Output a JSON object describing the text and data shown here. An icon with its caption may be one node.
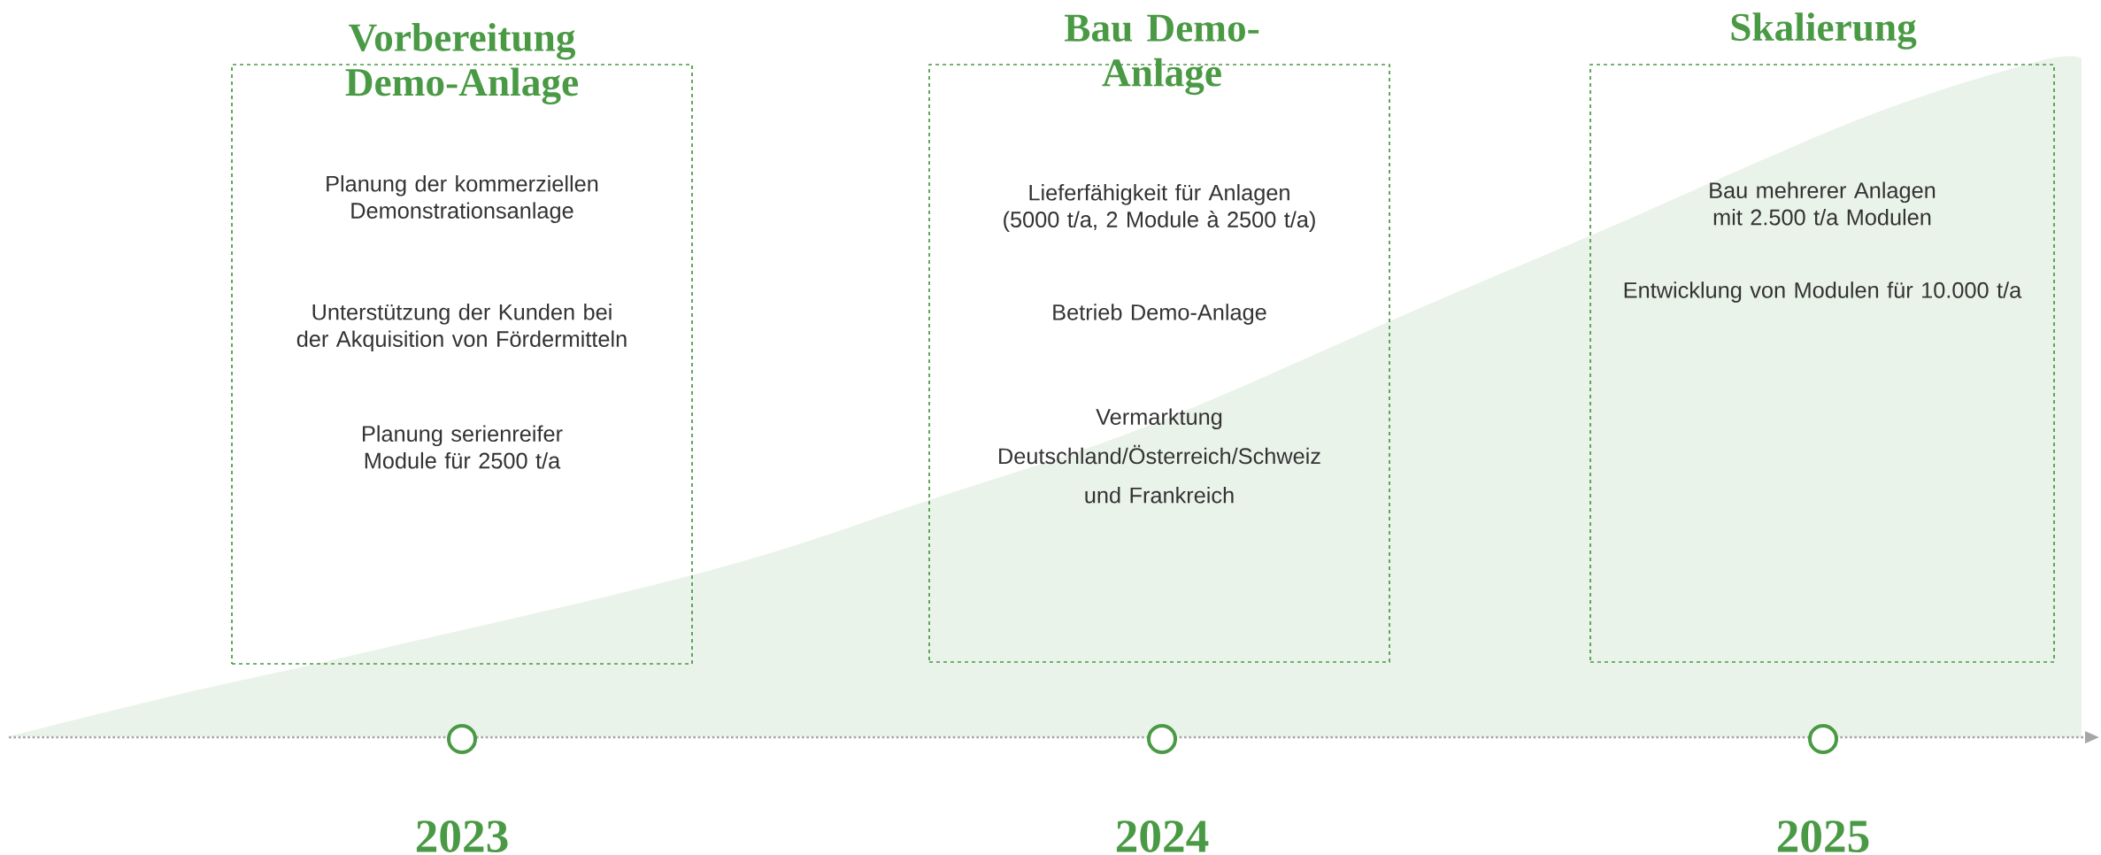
{
  "diagram": {
    "nodes": [
      {
        "text": [
          "Vorbereitung Demo-Anlage",
          "Planung der kommerziellen Demonstrationsanlage",
          "Unterstützung der Kunden bei der Akquisition von Fördermitteln",
          "Planung serienreifer Module für 2500 t/a"
        ]
      },
      {
        "text": [
          "Bau Demo-Anlage",
          "Lieferfähigkeit für Anlagen (5000 t/a, 2 Module à 2500 t/a)",
          "Betrieb Demo-Anlage",
          "Vermarktung Deutschland/Österreich/Schweiz und Frankreich"
        ]
      },
      {
        "text": [
          "Skalierung",
          "Bau mehrerer Anlagen mit 2.500 t/a Modulen",
          "Entwicklung von Modulen für 10.000 t/a"
        ]
      },
      {
        "text": [],
        "shape": "circle",
        "beside": [
          "2023"
        ]
      },
      {
        "text": [],
        "shape": "circle",
        "beside": [
          "2024"
        ]
      },
      {
        "text": [],
        "shape": "circle",
        "beside": [
          "2025"
        ]
      }
    ]
  }
}
